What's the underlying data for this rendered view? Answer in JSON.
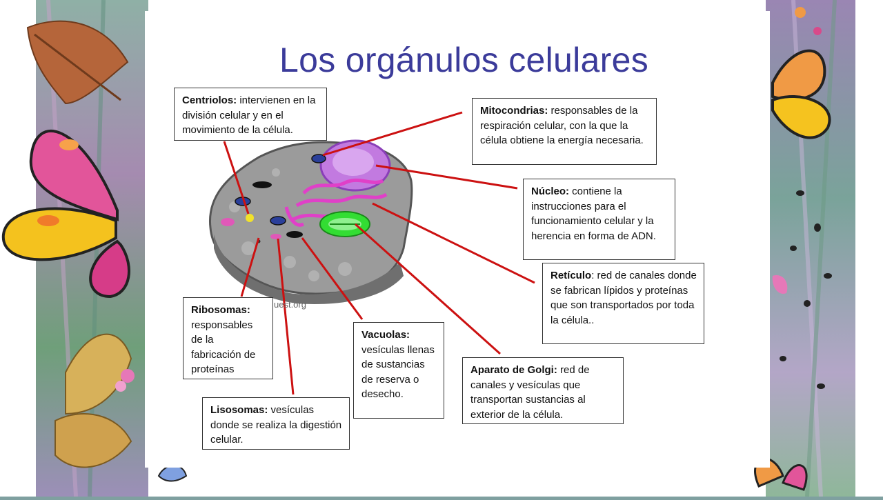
{
  "slide": {
    "title": "Los orgánulos celulares",
    "image_credit": "uest.org"
  },
  "labels": {
    "centriolos": {
      "term": "Centriolos:",
      "text": " intervienen en la división celular y en el movimiento de la célula."
    },
    "mitocondrias": {
      "term": "Mitocondrias:",
      "text": " responsables de la respiración celular, con la que la célula obtiene la energía necesaria."
    },
    "nucleo": {
      "term": "Núcleo:",
      "text": " contiene la instrucciones para el funcionamiento celular y la herencia en forma de ADN."
    },
    "reticulo": {
      "term": "Retículo",
      "text": ": red de canales donde se fabrican lípidos y proteínas  que son transportados por toda la célula.."
    },
    "ribosomas": {
      "term": "Ribosomas:",
      "text": " responsables de la fabricación de proteínas"
    },
    "vacuolas": {
      "term": "Vacuolas:",
      "text": " vesículas llenas de sustancias de reserva o desecho."
    },
    "golgi": {
      "term": "Aparato de Golgi:",
      "text": " red de canales y vesículas que transportan sustancias al exterior de la célula."
    },
    "lisosomas": {
      "term": "Lisosomas:",
      "text": " vesículas donde se realiza la digestión celular."
    }
  },
  "colors": {
    "title": "#3b3b9a",
    "pointer": "#cc1111",
    "nucleus": "#b05ad8",
    "reticulum": "#e040c8",
    "golgi": "#33dd33",
    "cell": "#8e8e8e"
  }
}
